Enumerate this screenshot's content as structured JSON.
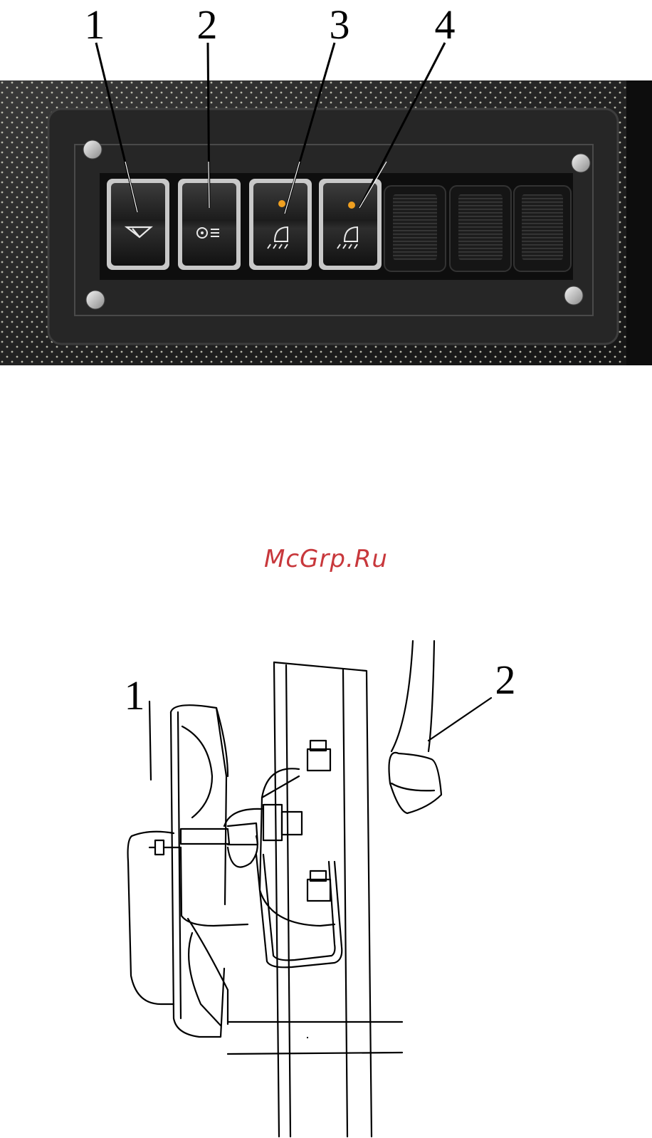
{
  "figure_top": {
    "callouts": [
      "1",
      "2",
      "3",
      "4"
    ],
    "switches": [
      {
        "icon": "wiper-icon"
      },
      {
        "icon": "fan-heater-icon"
      },
      {
        "icon": "work-light-icon",
        "indicator": "amber"
      },
      {
        "icon": "work-light-icon",
        "indicator": "amber"
      },
      {
        "icon": "blank-switch"
      },
      {
        "icon": "blank-switch"
      },
      {
        "icon": "blank-switch"
      }
    ],
    "colors": {
      "indicator": "#f0a020",
      "panel": "#1e1e1e",
      "upholstery": "#2a2a2a"
    }
  },
  "watermark": {
    "text": "McGrp.Ru",
    "color": "#c8383c"
  },
  "figure_bottom": {
    "callouts": [
      "1",
      "2"
    ]
  }
}
